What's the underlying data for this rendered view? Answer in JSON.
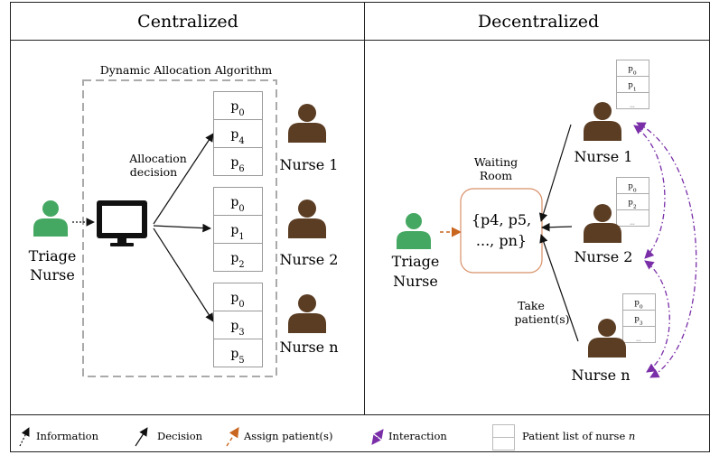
{
  "headers": {
    "left": "Centralized",
    "right": "Decentralized"
  },
  "centralized": {
    "algorithm_title": "Dynamic Allocation Algorithm",
    "allocation_label": [
      "Allocation",
      "decision"
    ],
    "triage_label": [
      "Triage",
      "Nurse"
    ],
    "queues": [
      {
        "nurse": "Nurse 1",
        "patients": [
          [
            "p",
            "0"
          ],
          [
            "p",
            "4"
          ],
          [
            "p",
            "6"
          ]
        ]
      },
      {
        "nurse": "Nurse 2",
        "patients": [
          [
            "p",
            "0"
          ],
          [
            "p",
            "1"
          ],
          [
            "p",
            "2"
          ]
        ]
      },
      {
        "nurse": "Nurse n",
        "patients": [
          [
            "p",
            "0"
          ],
          [
            "p",
            "3"
          ],
          [
            "p",
            "5"
          ]
        ]
      }
    ]
  },
  "decentralized": {
    "waiting_room_title": [
      "Waiting",
      "Room"
    ],
    "waiting_room_content": [
      "{p4, p5,",
      "..., pn}"
    ],
    "triage_label": [
      "Triage",
      "Nurse"
    ],
    "take_label": [
      "Take",
      "patient(s)"
    ],
    "nurses": [
      {
        "name": "Nurse 1",
        "list": [
          [
            "p",
            "0"
          ],
          [
            "p",
            "1"
          ],
          [
            "",
            "..."
          ]
        ]
      },
      {
        "name": "Nurse 2",
        "list": [
          [
            "p",
            "0"
          ],
          [
            "p",
            "2"
          ],
          [
            "",
            "..."
          ]
        ]
      },
      {
        "name": "Nurse n",
        "list": [
          [
            "p",
            "0"
          ],
          [
            "p",
            "3"
          ],
          [
            "",
            "..."
          ]
        ]
      }
    ]
  },
  "legend": {
    "information": "Information",
    "decision": "Decision",
    "assign": "Assign patient(s)",
    "interaction": "Interaction",
    "patient_list": "Patient list of nurse ",
    "patient_list_var": "n"
  },
  "colors": {
    "nurse_brown": "#5b3d24",
    "triage_green": "#45a862",
    "assign_orange": "#c9661f",
    "interaction_purple": "#7a2fa8",
    "room_border": "#d89068"
  }
}
